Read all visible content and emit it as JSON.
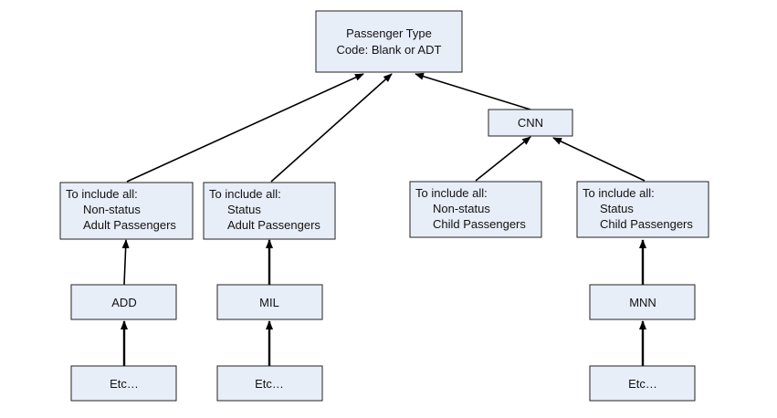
{
  "diagram": {
    "root": {
      "line1": "Passenger Type",
      "line2": "Code:  Blank or ADT"
    },
    "cnn": {
      "label": "CNN"
    },
    "group_adult_nonstatus": {
      "line1": "To include all:",
      "line2": "Non-status",
      "line3": "Adult Passengers"
    },
    "group_adult_status": {
      "line1": "To include all:",
      "line2": "Status",
      "line3": "Adult Passengers"
    },
    "group_child_nonstatus": {
      "line1": "To include all:",
      "line2": "Non-status",
      "line3": "Child Passengers"
    },
    "group_child_status": {
      "line1": "To include all:",
      "line2": "Status",
      "line3": "Child Passengers"
    },
    "add": {
      "label": "ADD"
    },
    "mil": {
      "label": "MIL"
    },
    "mnn": {
      "label": "MNN"
    },
    "etc_add": {
      "label": "Etc…"
    },
    "etc_mil": {
      "label": "Etc…"
    },
    "etc_mnn": {
      "label": "Etc…"
    }
  },
  "colors": {
    "box_fill": "#e8eef8",
    "box_stroke": "#222222",
    "arrow": "#000000"
  }
}
